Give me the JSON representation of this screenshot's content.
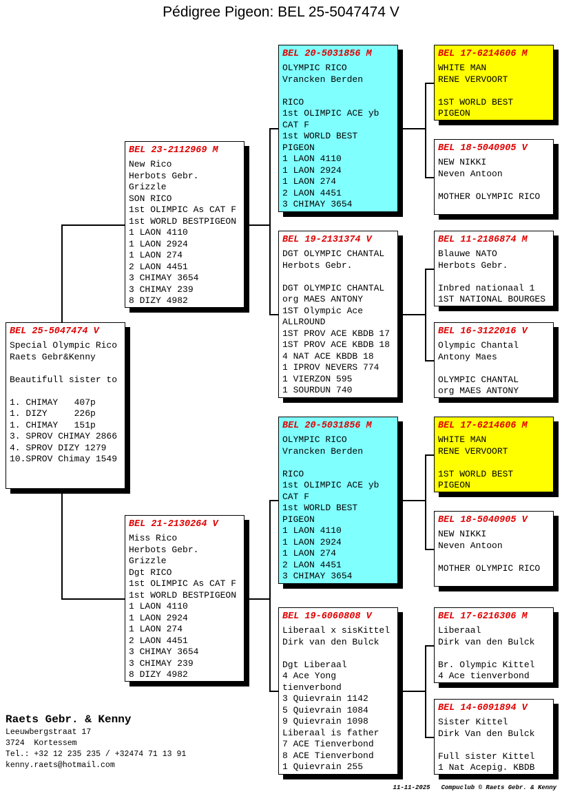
{
  "page_title": "Pédigree Pigeon: BEL 25-5047474 V",
  "colors": {
    "highlight_cyan": "#80ffff",
    "highlight_yellow": "#ffff00",
    "ring_number_red": "#e00000"
  },
  "boxes": {
    "subject": {
      "ring": "BEL 25-5047474 V",
      "body": "Special Olympic Rico\nRaets Gebr&Kenny\n\nBeautifull sister to\n\n1. CHIMAY   407p\n1. DIZY     226p\n1. CHIMAY   151p\n3. SPROV CHIMAY 2866\n4. SPROV DIZY 1279\n10.SPROV Chimay 1549"
    },
    "father": {
      "ring": "BEL 23-2112969 M",
      "body": "New Rico\nHerbots Gebr.\nGrizzle\nSON RICO\n1st OLIMPIC As CAT F\n1st WORLD BESTPIGEON\n1 LAON 4110\n1 LAON 2924\n1 LAON 274\n2 LAON 4451\n3 CHIMAY 3654\n3 CHIMAY 239\n8 DIZY 4982"
    },
    "mother": {
      "ring": "BEL 21-2130264 V",
      "body": "Miss Rico\nHerbots Gebr.\nGrizzle\nDgt RICO\n1st OLIMPIC As CAT F\n1st WORLD BESTPIGEON\n1 LAON 4110\n1 LAON 2924\n1 LAON 274\n2 LAON 4451\n3 CHIMAY 3654\n3 CHIMAY 239\n8 DIZY 4982"
    },
    "pat_grandfather": {
      "ring": "BEL 20-5031856 M",
      "body": "OLYMPIC RICO\nVrancken Berden\n\nRICO\n1st OLIMPIC ACE yb\nCAT F\n1st WORLD BEST\nPIGEON\n1 LAON 4110\n1 LAON 2924\n1 LAON 274\n2 LAON 4451\n3 CHIMAY 3654"
    },
    "pat_grandmother": {
      "ring": "BEL 19-2131374 V",
      "body": "DGT OLYMPIC CHANTAL\nHerbots Gebr.\n\nDGT OLYMPIC CHANTAL\norg MAES ANTONY\n1ST Olympic Ace\nALLROUND\n1ST PROV ACE KBDB 17\n1ST PROV ACE KBDB 18\n4 NAT ACE KBDB 18\n1 IPROV NEVERS 774\n1 VIERZON 595\n1 SOURDUN 740"
    },
    "mat_grandfather": {
      "ring": "BEL 20-5031856 M",
      "body": "OLYMPIC RICO\nVrancken Berden\n\nRICO\n1st OLIMPIC ACE yb\nCAT F\n1st WORLD BEST\nPIGEON\n1 LAON 4110\n1 LAON 2924\n1 LAON 274\n2 LAON 4451\n3 CHIMAY 3654"
    },
    "mat_grandmother": {
      "ring": "BEL 19-6060808 V",
      "body": "Liberaal x sisKittel\nDirk van den Bulck\n\nDgt Liberaal\n4 Ace Yong\ntienverbond\n3 Quievrain 1142\n5 Quievrain 1084\n9 Quievrain 1098\nLiberaal is father\n7 ACE Tienverbond\n8 ACE Tienverbond\n1 Quievrain 255"
    },
    "ggp_1": {
      "ring": "BEL 17-6214606 M",
      "body": "WHITE MAN\nRENE VERVOORT\n\n1ST WORLD BEST\nPIGEON"
    },
    "ggp_2": {
      "ring": "BEL 18-5040905 V",
      "body": "NEW NIKKI\nNeven Antoon\n\nMOTHER OLYMPIC RICO"
    },
    "ggp_3": {
      "ring": "BEL 11-2186874 M",
      "body": "Blauwe NATO\nHerbots Gebr.\n\nInbred nationaal 1\n1ST NATIONAL BOURGES"
    },
    "ggp_4": {
      "ring": "BEL 16-3122016 V",
      "body": "Olympic Chantal\nAntony Maes\n\nOLYMPIC CHANTAL\norg MAES ANTONY"
    },
    "ggp_5": {
      "ring": "BEL 17-6214606 M",
      "body": "WHITE MAN\nRENE VERVOORT\n\n1ST WORLD BEST\nPIGEON"
    },
    "ggp_6": {
      "ring": "BEL 18-5040905 V",
      "body": "NEW NIKKI\nNeven Antoon\n\nMOTHER OLYMPIC RICO"
    },
    "ggp_7": {
      "ring": "BEL 17-6216306 M",
      "body": "Liberaal\nDirk van den Bulck\n\nBr. Olympic Kittel\n4 Ace tienverbond"
    },
    "ggp_8": {
      "ring": "BEL 14-6091894 V",
      "body": "Sister Kittel\nDirk Van den Bulck\n\nFull sister Kittel\n1 Nat Acepig. KBDB"
    }
  },
  "owner": {
    "name": "Raets Gebr. & Kenny",
    "address_line1": "Leeuwbergstraat 17",
    "address_line2": "3724  Kortessem",
    "phone": "Tel.: +32 12 235 235 / +32474 71 13 91",
    "email": "kenny.raets@hotmail.com"
  },
  "footer": {
    "date": "11-11-2025",
    "credit": "Compuclub © Raets Gebr. & Kenny"
  }
}
